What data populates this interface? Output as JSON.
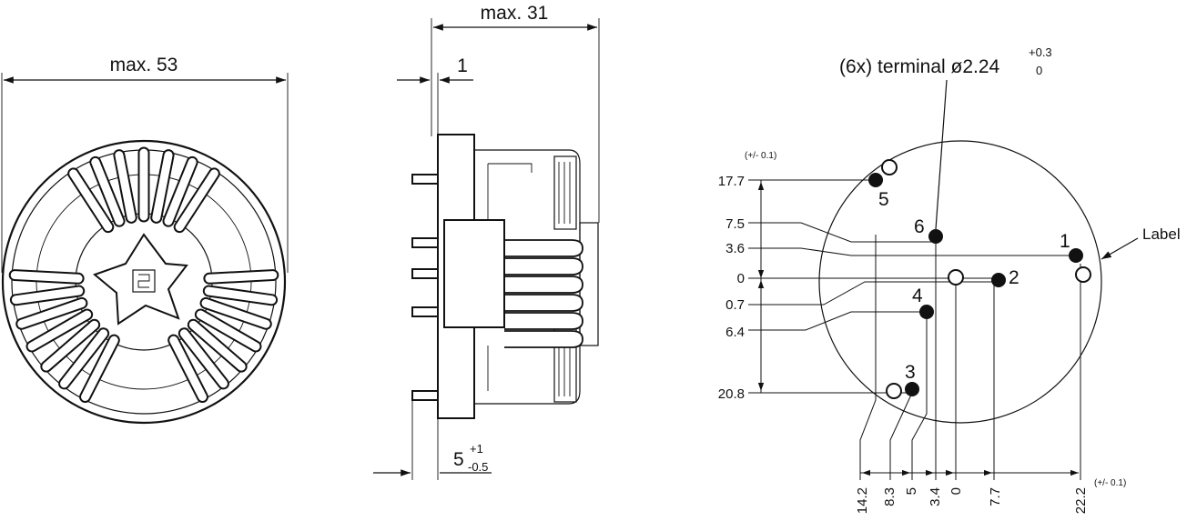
{
  "front_view": {
    "width_label": "max. 53"
  },
  "side_view": {
    "depth_label": "max. 31",
    "flange_label": "1",
    "pin_length_label": "5",
    "pin_tol_plus": "+1",
    "pin_tol_minus": "-0.5"
  },
  "pin_view": {
    "terminal_label": "(6x) terminal ø2.24",
    "terminal_tol_plus": "+0.3",
    "terminal_tol_minus": "0",
    "label_text": "Label",
    "tolerance_v": "(+/- 0.1)",
    "tolerance_h": "(+/- 0.1)",
    "y_ticks": [
      "17.7",
      "7.5",
      "3.6",
      "0",
      "0.7",
      "6.4",
      "20.8"
    ],
    "x_ticks": [
      "14.2",
      "8.3",
      "5",
      "3.4",
      "0",
      "7.7",
      "22.2"
    ],
    "pin_numbers": [
      "1",
      "2",
      "3",
      "4",
      "5",
      "6"
    ]
  },
  "colors": {
    "ink": "#111111",
    "background": "#ffffff"
  }
}
